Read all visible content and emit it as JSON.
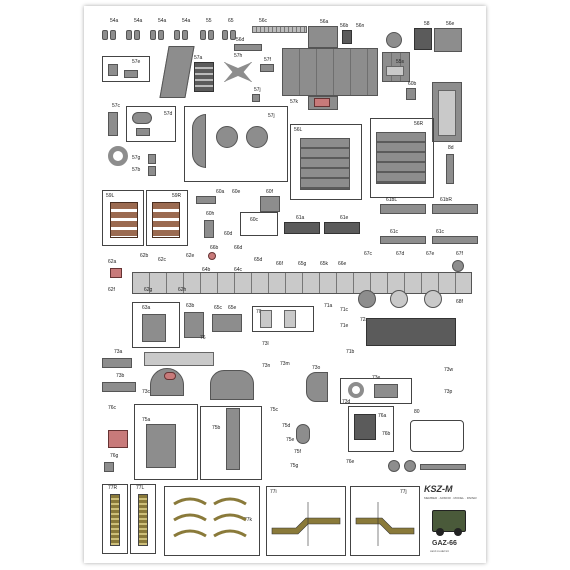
{
  "labels": {
    "l54a1": "54a",
    "l54a2": "54a",
    "l54a3": "54a",
    "l54a4": "54a",
    "l55": "55",
    "l65": "65",
    "l56c": "56c",
    "l56a": "56a",
    "l56b": "56b",
    "l56n": "56n",
    "l58": "58",
    "l56e": "56e",
    "l57e": "57e",
    "l57a": "57a",
    "l57h": "57h",
    "l56d": "56d",
    "l57f": "57f",
    "l57c": "57c",
    "l57j": "57j",
    "l57k": "57k",
    "l55s": "55s",
    "l60b": "60b",
    "l57d": "57d",
    "l57g": "57g",
    "l57b": "57b",
    "l57j2": "57j",
    "l56L": "56L",
    "l56R": "56R",
    "l8d": "8d",
    "l59L": "59L",
    "l59R": "59R",
    "l60a": "60a",
    "l60f": "60f",
    "l60e": "60e",
    "l60h": "60h",
    "l60c": "60c",
    "l60d": "60d",
    "l61bL": "61bL",
    "l61bR": "61bR",
    "l61a": "61a",
    "l61e": "61e",
    "l61c1": "61c",
    "l61c2": "61c",
    "l66b": "66b",
    "l66d": "66d",
    "l62b": "62b",
    "l62c": "62c",
    "l62e": "62e",
    "l62a": "62a",
    "l64b": "64b",
    "l64c": "64c",
    "l65d": "65d",
    "l66f": "66f",
    "l65g": "65g",
    "l65k": "65k",
    "l66e": "66e",
    "l67c": "67c",
    "l67d": "67d",
    "l67e": "67e",
    "l67f": "67f",
    "l62f": "62f",
    "l62g": "62g",
    "l62h": "62h",
    "l63a": "63a",
    "l65c": "65c",
    "l65e": "65e",
    "l63b": "63b",
    "l68f": "68f",
    "l71a": "71a",
    "l71c": "71c",
    "l72a": "72a",
    "l71e": "71e",
    "l71b": "71b",
    "l70": "70",
    "l76": "76",
    "l73a": "73a",
    "l73b": "73b",
    "l73c": "73c",
    "l73l": "73l",
    "l73n": "73n",
    "l73o": "73o",
    "l73w": "73w",
    "l73m": "73m",
    "l73e": "73e",
    "l73d": "73d",
    "l73p": "73p",
    "l76c": "76c",
    "l75a": "75a",
    "l75b": "75b",
    "l75c": "75c",
    "l75d": "75d",
    "l76a": "76a",
    "l76b": "76b",
    "l80": "80",
    "l76g": "76g",
    "l75e": "75e",
    "l75f": "75f",
    "l75g": "75g",
    "l76e": "76e",
    "l77R": "77R",
    "l77L": "77L",
    "l77i": "77i",
    "l77j": "77j",
    "l77k": "77k"
  },
  "branding": {
    "title": "KSZ-M",
    "subtitle": "MEMBER · ARMOR · MODEL · PAPER",
    "model": "GAZ-66",
    "model_sub": "card model kit"
  },
  "colors": {
    "olive": "#4a5a3a",
    "accent_red": "#c87a7a",
    "wood": "#9b6a50"
  }
}
